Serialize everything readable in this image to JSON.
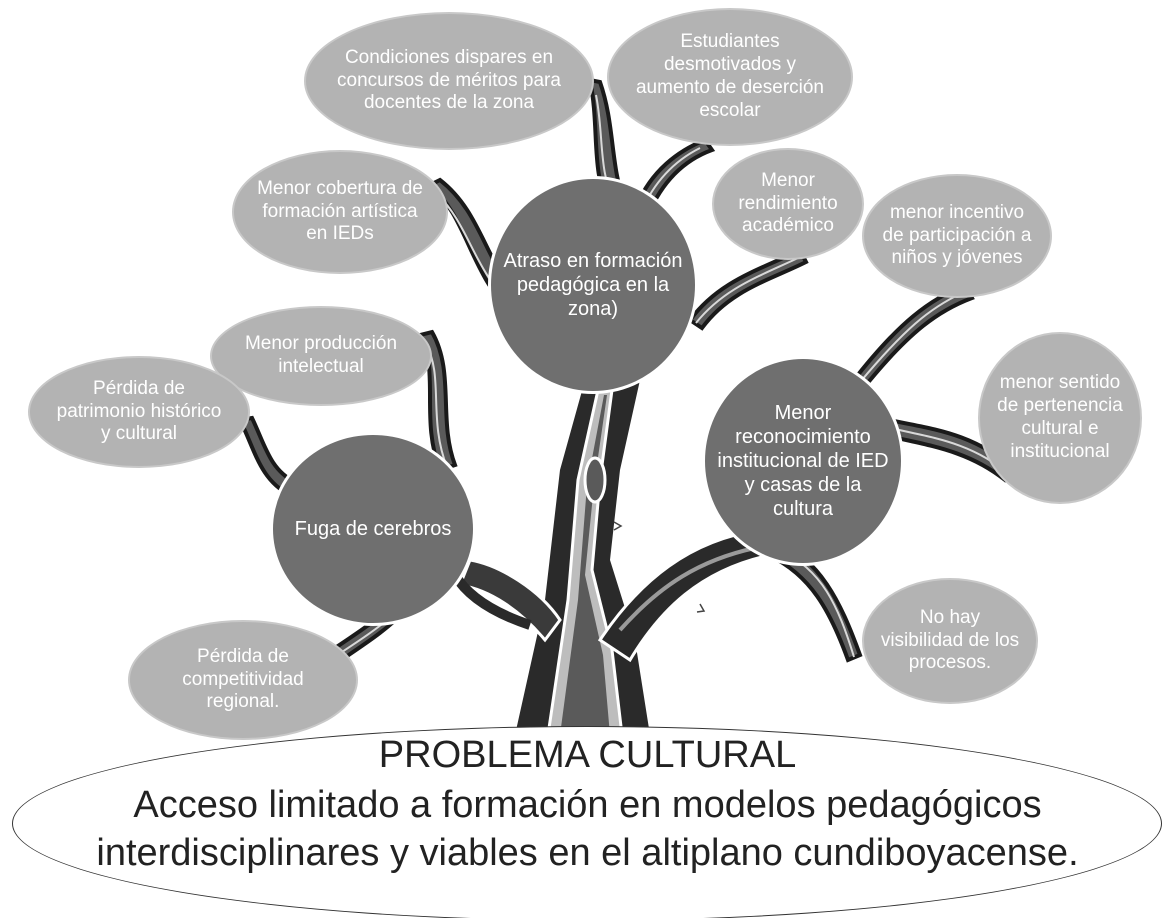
{
  "root_problem": {
    "title": "PROBLEMA CULTURAL",
    "description": "Acceso limitado a formación en modelos pedagógicos\ninterdisciplinares y viables en el altiplano cundiboyacense."
  },
  "nodes": {
    "atraso": "Atraso en formación\npedagógica en la\nzona)",
    "fuga": "Fuga de cerebros",
    "reconocimiento": "Menor\nreconocimiento\ninstitucional de IED\ny casas de la\ncultura"
  },
  "leaves": {
    "condiciones": "Condiciones dispares en\nconcursos de méritos para\ndocentes de la zona",
    "estudiantes": "Estudiantes\ndesmotivados y\naumento de deserción\nescolar",
    "cobertura": "Menor cobertura de\nformación artística\nen IEDs",
    "rendimiento": "Menor\nrendimiento\nacadémico",
    "incentivo": "menor incentivo\nde participación a\nniños y jóvenes",
    "produccion": "Menor producción\nintelectual",
    "patrimonio": "Pérdida de\npatrimonio histórico\ny cultural",
    "pertenencia": "menor sentido\nde pertenencia\ncultural e\ninstitucional",
    "visibilidad": "No hay\nvisibilidad de los\nprocesos.",
    "competitividad": "Pérdida de\ncompetitividad\nregional."
  },
  "colors": {
    "leaf_fill": "#b3b3b3",
    "node_fill": "#6f6f6f",
    "trunk_dark": "#2a2a2a",
    "trunk_mid": "#5a5a5a",
    "trunk_light": "#bdbdbd"
  }
}
